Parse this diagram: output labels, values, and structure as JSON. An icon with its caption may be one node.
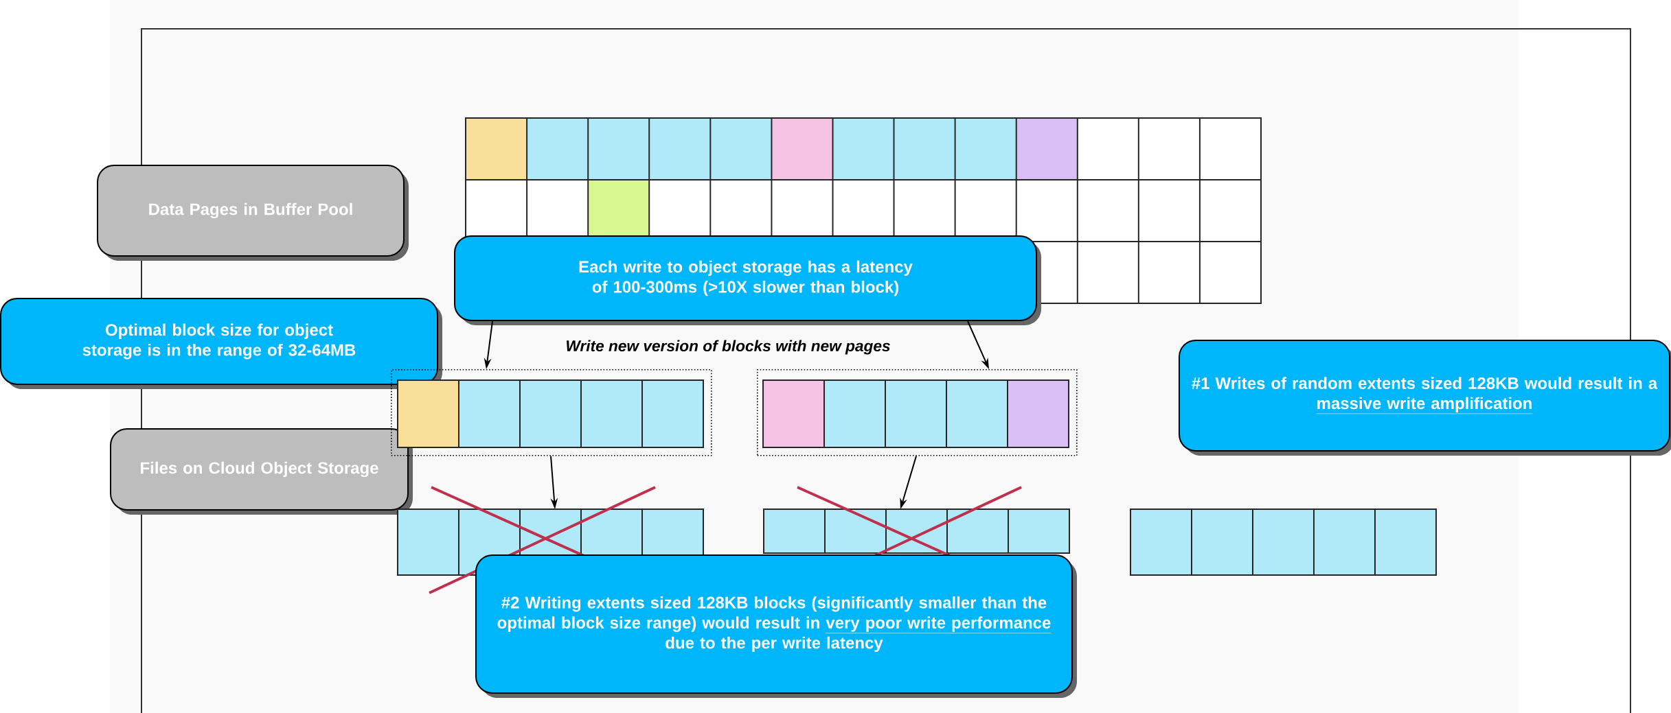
{
  "diagram": {
    "nodes": [
      {
        "text": [
          "Data Pages in Buffer Pool"
        ]
      },
      {
        "text": [
          "Each write to object storage has a latency of 100-300ms (>10X slower than block)"
        ]
      },
      {
        "text": [
          "Optimal block size for object storage is in the range of 32-64MB"
        ]
      },
      {
        "text": [
          "Write new version of blocks with new pages"
        ]
      },
      {
        "text": [
          "Files on Cloud Object Storage"
        ]
      },
      {
        "text": [
          "#1 Writes of random extents sized 128KB would result in a",
          "massive write amplification"
        ]
      },
      {
        "text": [],
        "shape": "box"
      },
      {
        "text": [],
        "shape": "box"
      },
      {
        "text": [],
        "shape": "box"
      },
      {
        "text": [],
        "shape": "box"
      },
      {
        "text": [],
        "shape": "box"
      },
      {
        "text": [
          "#2 Writing extents sized 128KB blocks (significantly smaller than the optimal block size range) would result in",
          "very poor write performance",
          "due to the per write latency"
        ]
      }
    ],
    "edges": [
      {
        "from": 1,
        "to": 6,
        "arrow": "to"
      },
      {
        "from": 1,
        "to": 7,
        "arrow": "to"
      },
      {
        "from": 6,
        "to": 8,
        "arrow": "to"
      },
      {
        "from": 7,
        "to": 9,
        "arrow": "to"
      }
    ]
  }
}
